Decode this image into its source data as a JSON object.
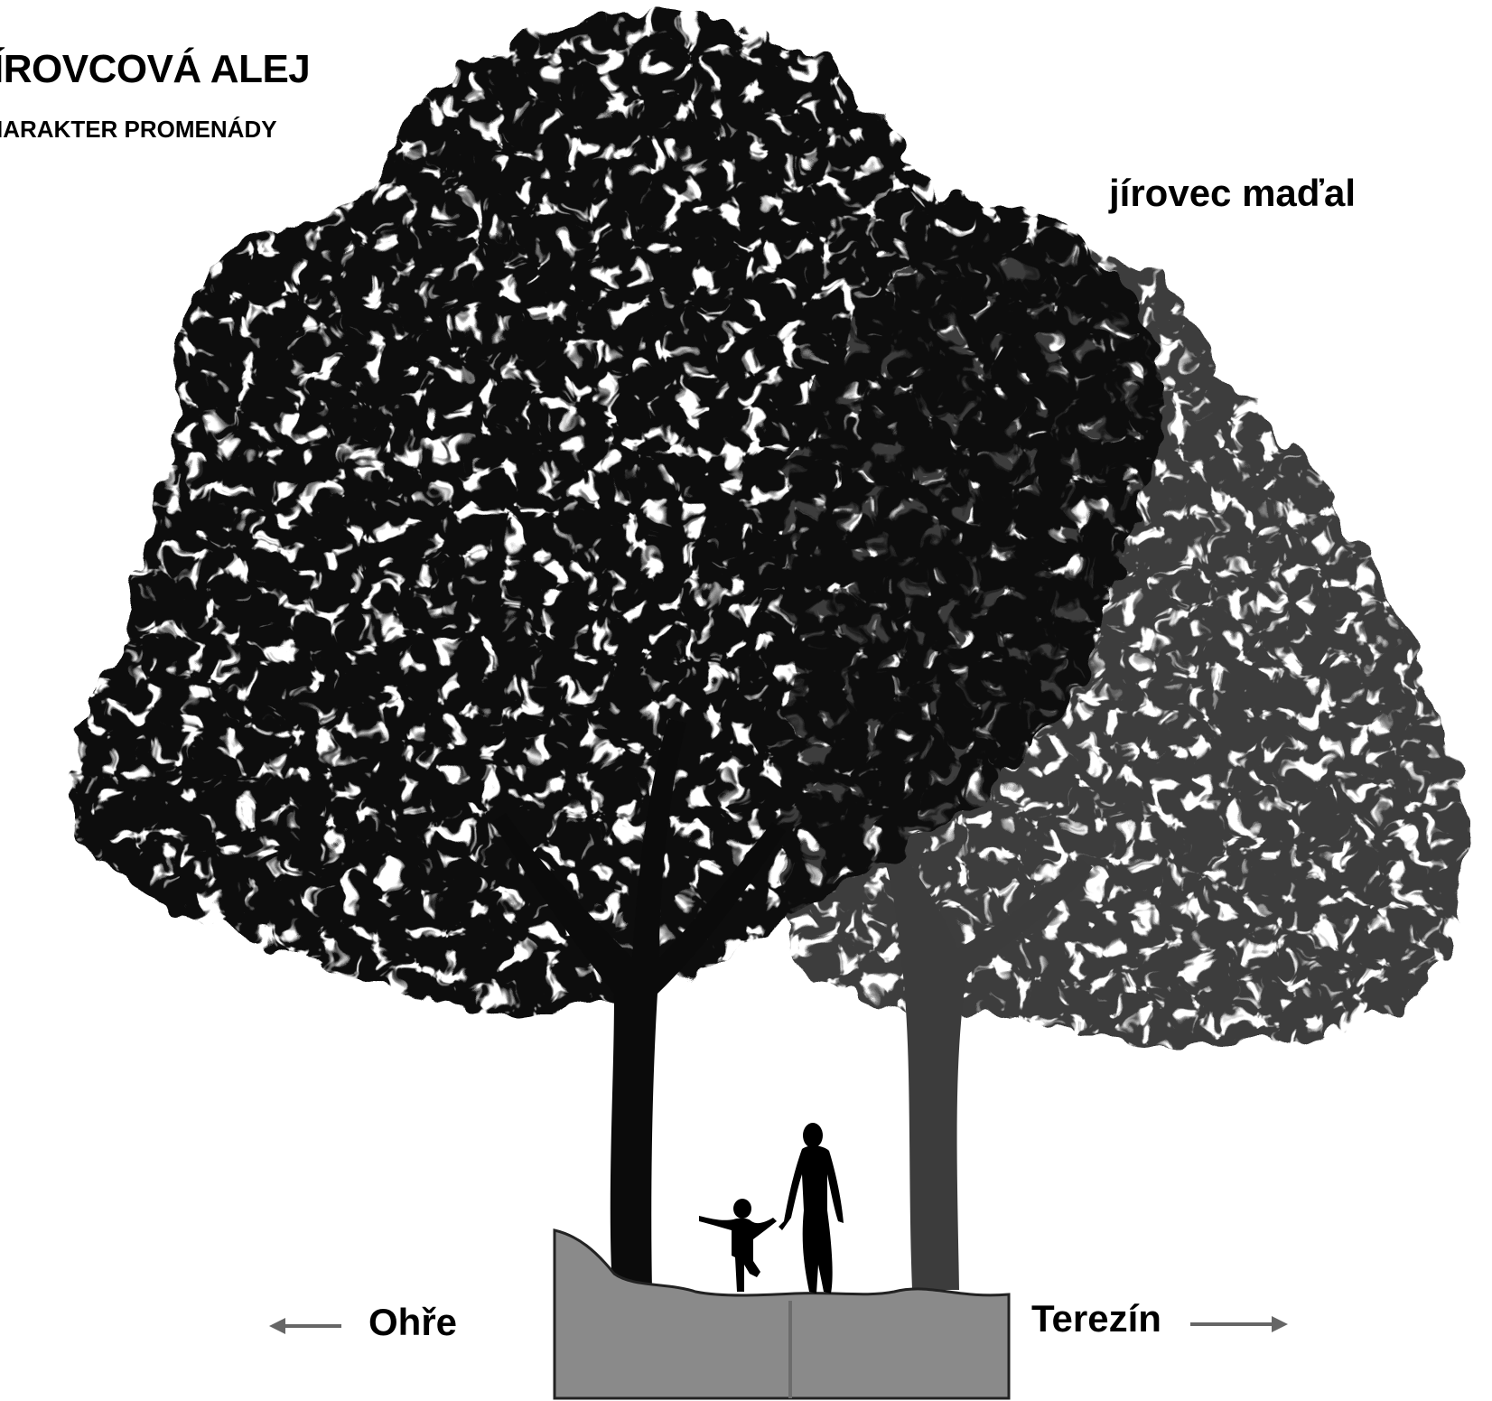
{
  "labels": {
    "title": "ÍROVCOVÁ ALEJ",
    "subtitle": "IARAKTER PROMENÁDY",
    "species": "jírovec maďal",
    "direction_left": "Ohře",
    "direction_right": "Terezín"
  },
  "colors": {
    "tree_front": "#0b0b0b",
    "tree_back": "#3c3c3c",
    "ground": "#8a8a8a",
    "ground_outline": "#222222",
    "arrow": "#666666",
    "figures": "#000000"
  }
}
